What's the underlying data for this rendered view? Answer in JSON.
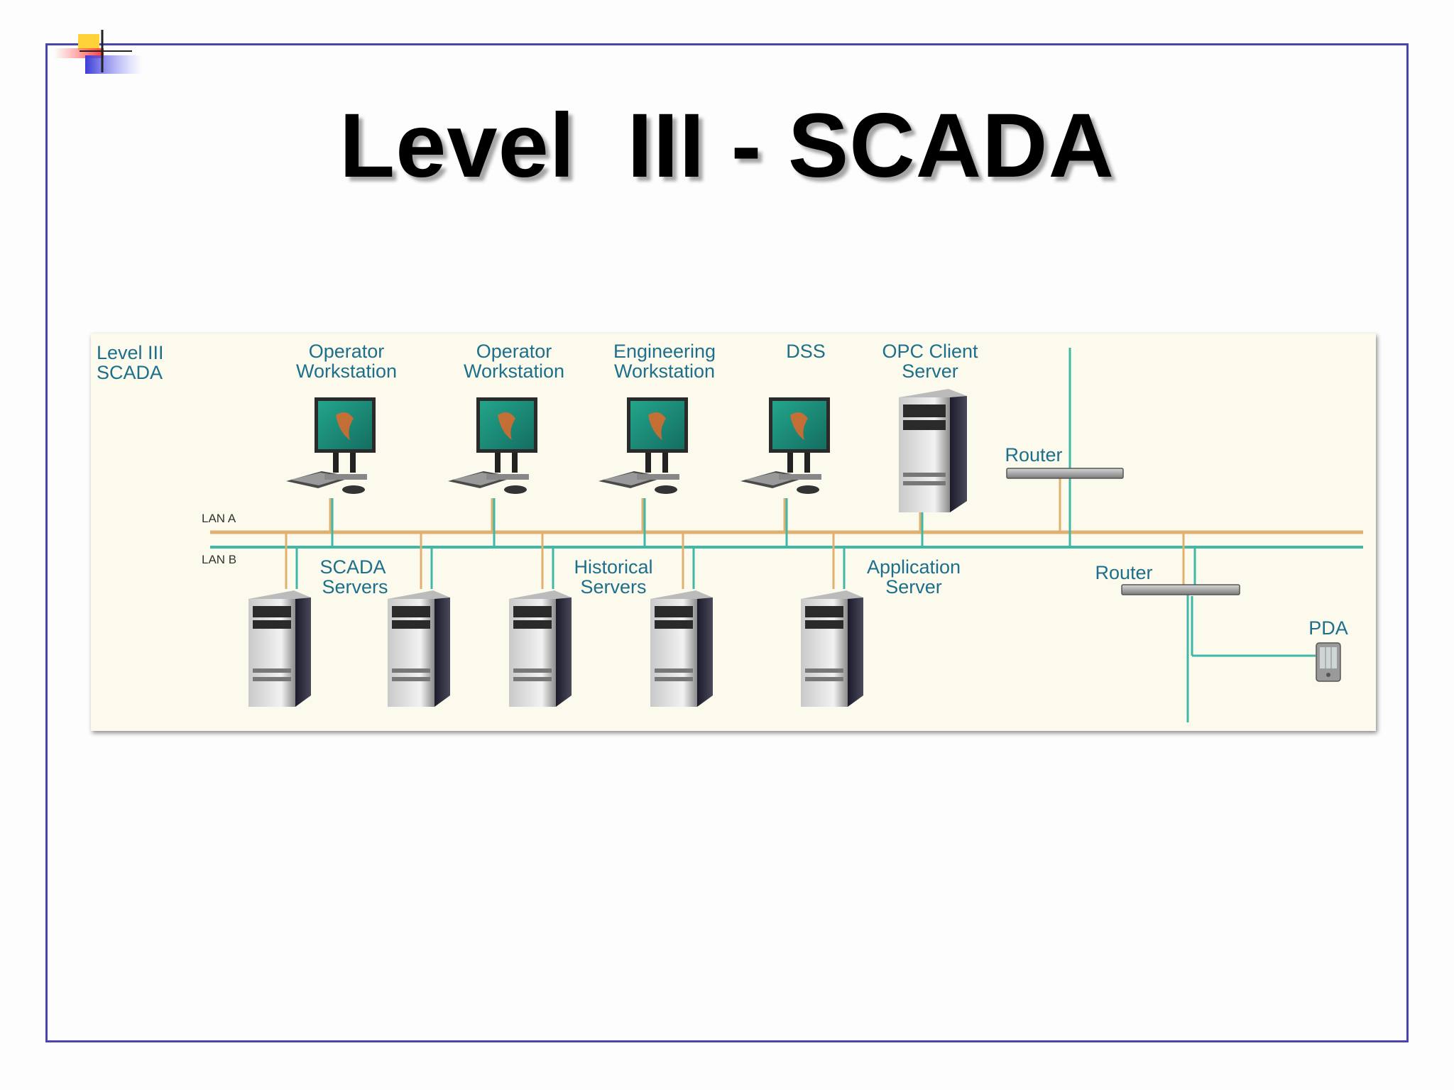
{
  "slide": {
    "title": "Level  III - SCADA"
  },
  "diagram": {
    "level_label": [
      "Level III",
      "SCADA"
    ],
    "lan_a": "LAN A",
    "lan_b": "LAN B",
    "top_nodes": [
      {
        "label": [
          "Operator",
          "Workstation"
        ],
        "kind": "workstation"
      },
      {
        "label": [
          "Operator",
          "Workstation"
        ],
        "kind": "workstation"
      },
      {
        "label": [
          "Engineering",
          "Workstation"
        ],
        "kind": "workstation"
      },
      {
        "label": [
          "DSS"
        ],
        "kind": "workstation"
      },
      {
        "label": [
          "OPC Client",
          "Server"
        ],
        "kind": "server"
      }
    ],
    "router_top": "Router",
    "router_bottom": "Router",
    "bottom_groups": [
      {
        "label": [
          "SCADA",
          "Servers"
        ]
      },
      {
        "label": [
          "Historical",
          "Servers"
        ]
      },
      {
        "label": [
          "Application",
          "Server"
        ]
      }
    ],
    "pda": "PDA"
  },
  "colors": {
    "slide_border": "#4a44b0",
    "lan_a_line": "#e0b070",
    "lan_b_line": "#3fb8a8",
    "label_text": "#1e6f8c",
    "monitor_screen": "#1e8f7a"
  }
}
